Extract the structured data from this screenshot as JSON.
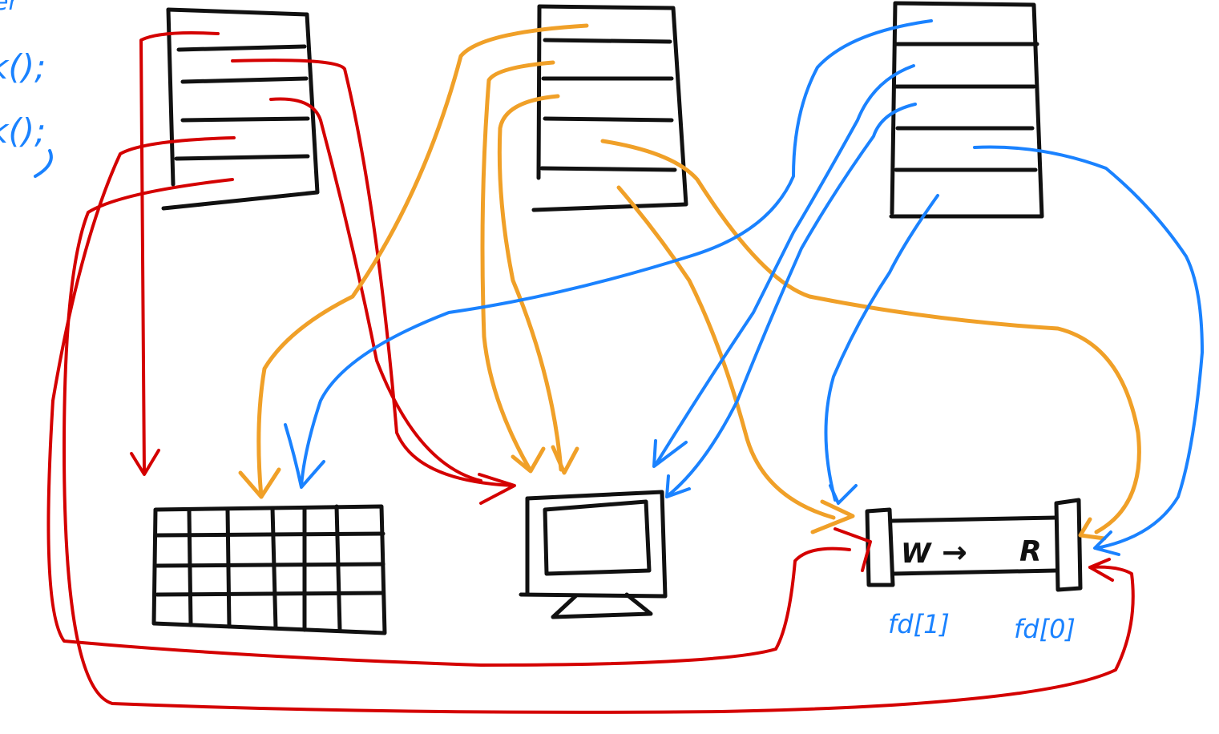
{
  "colors": {
    "ink": "#111111",
    "red": "#d40000",
    "orange": "#f0a028",
    "blue": "#1a82ff"
  },
  "margin_notes": {
    "line1": "er",
    "line2": "k();",
    "line3": "k();"
  },
  "pipe": {
    "write_label": "W",
    "arrow_glyph": "→",
    "read_label": "R",
    "write_fd_label": "fd[1]",
    "read_fd_label": "fd[0]"
  },
  "devices": {
    "keyboard_icon": "keyboard-icon",
    "monitor_icon": "monitor-icon",
    "pipe_icon": "pipe-icon"
  },
  "fd_tables": [
    {
      "name": "process-1-fd-table",
      "color": "red"
    },
    {
      "name": "process-2-fd-table",
      "color": "orange"
    },
    {
      "name": "process-3-fd-table",
      "color": "blue"
    }
  ]
}
